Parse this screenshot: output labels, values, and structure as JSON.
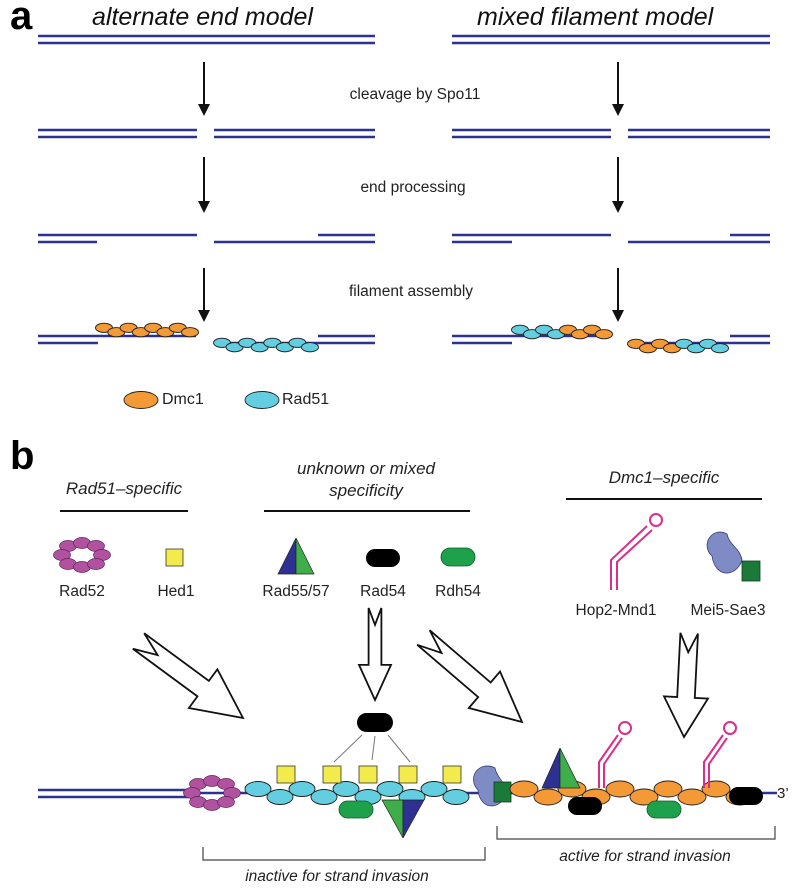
{
  "panel_a": {
    "letter": "a",
    "titles": {
      "left": "alternate end  model",
      "right": "mixed filament model"
    },
    "steps": [
      "cleavage by Spo11",
      "end processing",
      "filament assembly"
    ],
    "legend": [
      {
        "label": "Dmc1",
        "color": "#F39A36"
      },
      {
        "label": "Rad51",
        "color": "#63CEE0"
      }
    ]
  },
  "panel_b": {
    "letter": "b",
    "categories": {
      "rad51": "Rad51–specific",
      "mixed_line1": "unknown or mixed",
      "mixed_line2": "specificity",
      "dmc1": "Dmc1–specific"
    },
    "proteins": {
      "rad52": "Rad52",
      "hed1": "Hed1",
      "rad55_57": "Rad55/57",
      "rad54": "Rad54",
      "rdh54": "Rdh54",
      "hop2_mnd1": "Hop2-Mnd1",
      "mei5_sae3": "Mei5-Sae3"
    },
    "end_label": "3’",
    "inactive": "inactive for strand invasion",
    "active": "active for strand invasion"
  },
  "colors": {
    "dna": "#2E3192",
    "dmc1": "#F39A36",
    "rad51": "#63CEE0",
    "rad52": "#B0529F",
    "hed1": "#F2EB4B",
    "rad54": "#000000",
    "rdh54": "#1FA04A",
    "triangle_blue": "#2E3192",
    "triangle_green": "#3DAE49",
    "hop2": "#DA2E8C",
    "mei5": "#7E8BC4",
    "sae3": "#1B7A3A"
  }
}
